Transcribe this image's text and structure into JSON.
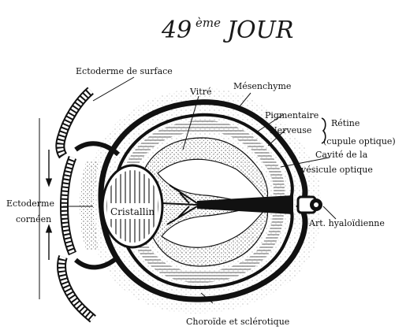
{
  "title": {
    "number": "49",
    "suffix": "ème",
    "word": "JOUR"
  },
  "labels": {
    "ectoderme_surface": "Ectoderme de surface",
    "vitre": "Vitré",
    "mesenchyme": "Mésenchyme",
    "pigmentaire": "Pigmentaire",
    "retine": "Rétine",
    "nerveuse": "Nerveuse",
    "cupule_optique": "(cupule optique)",
    "cavite_1": "Cavité de la",
    "cavite_2": "vésicule optique",
    "ectoderme_corneen_1": "Ectoderme",
    "ectoderme_corneen_2": "cornéen",
    "cristallin": "Cristallin",
    "art_hyaloidienne": "Art. hyaloïdienne",
    "choroide": "Choroïde et sclérotique"
  },
  "colors": {
    "ink": "#111111",
    "paper": "#ffffff"
  }
}
